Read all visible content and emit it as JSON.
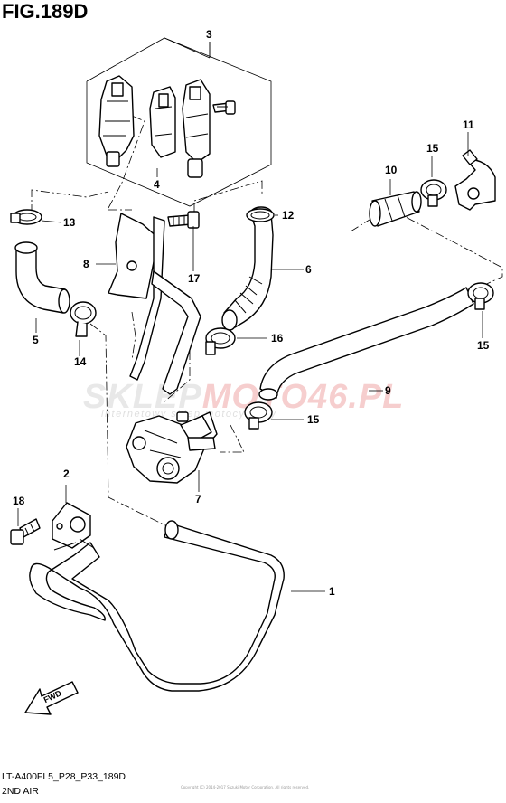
{
  "figure": {
    "title": "FIG.189D",
    "footer_code": "LT-A400FL5_P28_P33_189D",
    "footer_name": "2ND AIR",
    "fine_print": "Copyright (C) 2014-2017 Suzuki Motor Corporation. All rights reserved."
  },
  "watermark": {
    "brand_a": "SKLEP",
    "brand_b": "MOTO46.PL",
    "tagline": "internetowy sklep motocyklowy"
  },
  "callouts": {
    "c1": "1",
    "c2": "2",
    "c3": "3",
    "c4": "4",
    "c5": "5",
    "c6": "6",
    "c7": "7",
    "c8": "8",
    "c9": "9",
    "c10": "10",
    "c11": "11",
    "c12": "12",
    "c13": "13",
    "c14": "14",
    "c15a": "15",
    "c15b": "15",
    "c15c": "15",
    "c16": "16",
    "c17": "17",
    "c18": "18"
  },
  "fwd_label": "FWD",
  "colors": {
    "line": "#000000",
    "background": "#ffffff"
  }
}
